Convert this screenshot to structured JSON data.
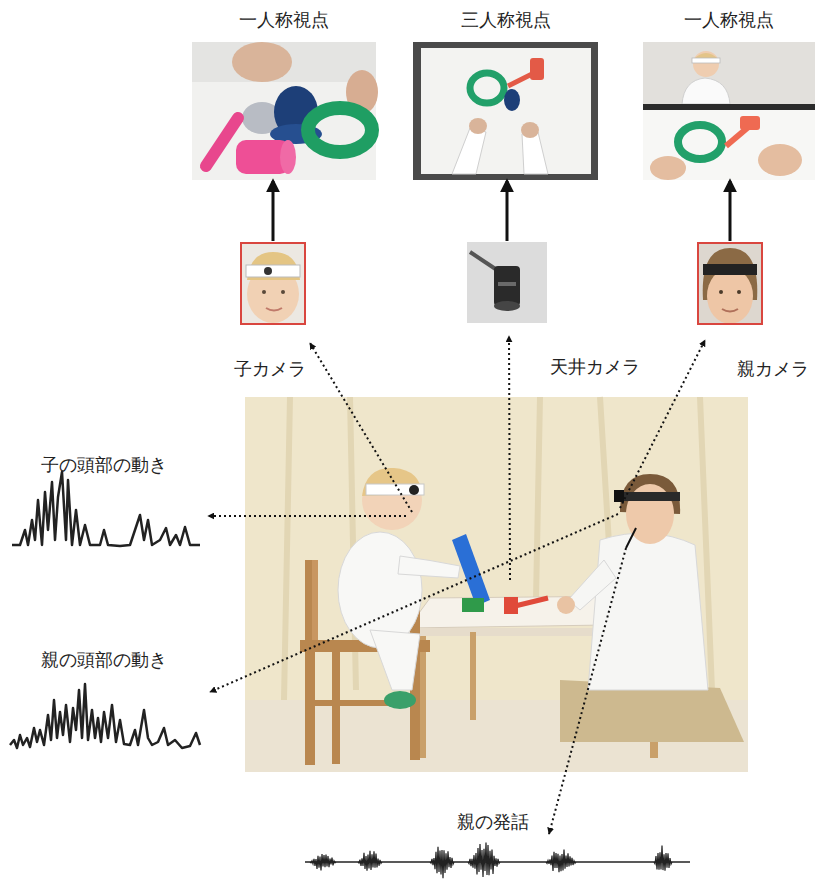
{
  "diagram": {
    "nodes": [
      {
        "text": [
          "一人称視点"
        ]
      },
      {
        "text": [
          "三人称視点"
        ]
      },
      {
        "text": [
          "一人称視点"
        ]
      },
      {
        "text": [
          "子カメラ"
        ]
      },
      {
        "text": [
          "天井カメラ"
        ]
      },
      {
        "text": [
          "親カメラ"
        ]
      },
      {
        "text": [
          "子の頭部の動き"
        ]
      },
      {
        "text": [
          "親の頭部の動き"
        ]
      },
      {
        "text": [
          "親の発話"
        ]
      }
    ],
    "edges": [
      {
        "from": 3,
        "to": 0,
        "arrow": "to"
      },
      {
        "from": 4,
        "to": 1,
        "arrow": "to"
      },
      {
        "from": 5,
        "to": 2,
        "arrow": "to"
      }
    ]
  }
}
